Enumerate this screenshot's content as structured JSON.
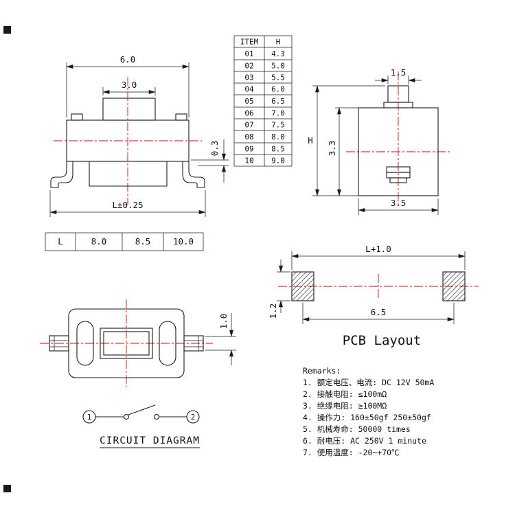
{
  "front_view": {
    "body_width": "6.0",
    "button_width": "3.0",
    "step_height": "0.3",
    "length_tol": "L±0.25"
  },
  "item_table": {
    "headers": [
      "ITEM",
      "H"
    ],
    "rows": [
      [
        "01",
        "4.3"
      ],
      [
        "02",
        "5.0"
      ],
      [
        "03",
        "5.5"
      ],
      [
        "04",
        "6.0"
      ],
      [
        "05",
        "6.5"
      ],
      [
        "06",
        "7.0"
      ],
      [
        "07",
        "7.5"
      ],
      [
        "08",
        "8.0"
      ],
      [
        "09",
        "8.5"
      ],
      [
        "10",
        "9.0"
      ]
    ]
  },
  "side_view": {
    "button_width": "1.5",
    "total_height": "H",
    "body_height": "3.3",
    "body_width": "3.5"
  },
  "l_table": {
    "cells": [
      "L",
      "8.0",
      "8.5",
      "10.0"
    ]
  },
  "pcb": {
    "span": "L+1.0",
    "pad_height": "1.2",
    "pitch": "6.5",
    "title": "PCB Layout"
  },
  "top_view": {
    "lead_width": "1.0"
  },
  "circuit": {
    "terminal_left": "1",
    "terminal_right": "2",
    "title": "CIRCUIT DIAGRAM"
  },
  "remarks": {
    "title": "Remarks:",
    "lines": [
      "1. 额定电压、电流: DC 12V 50mA",
      "2. 接触电阻: ≤100mΩ",
      "3. 绝缘电阻: ≥100MΩ",
      "4. 操作力: 160±50gf  250±50gf",
      "5. 机械寿命: 50000 times",
      "6. 耐电压: AC 250V 1 minute",
      "7. 使用温度: -20~+70℃"
    ]
  },
  "colors": {
    "line": "#1a1a1a",
    "centerline": "#e00000",
    "background": "#ffffff"
  }
}
